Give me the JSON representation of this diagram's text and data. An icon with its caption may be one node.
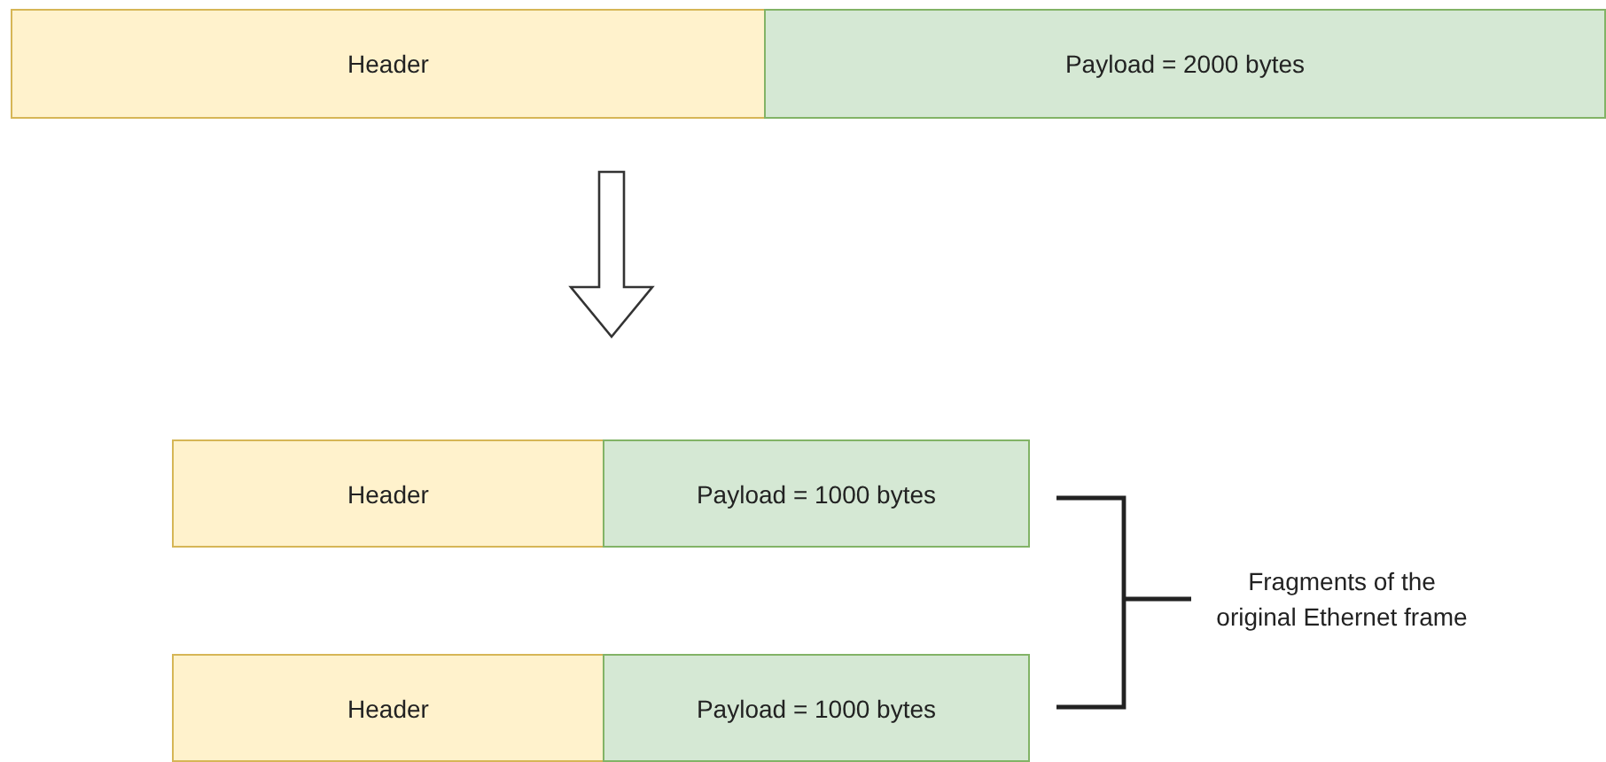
{
  "diagram": {
    "nodes": [
      {
        "text": [
          "Header"
        ]
      },
      {
        "text": [
          "Payload = 2000 bytes"
        ]
      },
      {
        "text": [
          "Header"
        ]
      },
      {
        "text": [
          "Payload = 1000 bytes"
        ]
      },
      {
        "text": [
          "Header"
        ]
      },
      {
        "text": [
          "Payload = 1000 bytes"
        ]
      }
    ],
    "edges": [
      {
        "from": 0,
        "to": 2,
        "arrow": "to"
      }
    ],
    "labels": [
      "Fragments of the original Ethernet frame"
    ]
  }
}
